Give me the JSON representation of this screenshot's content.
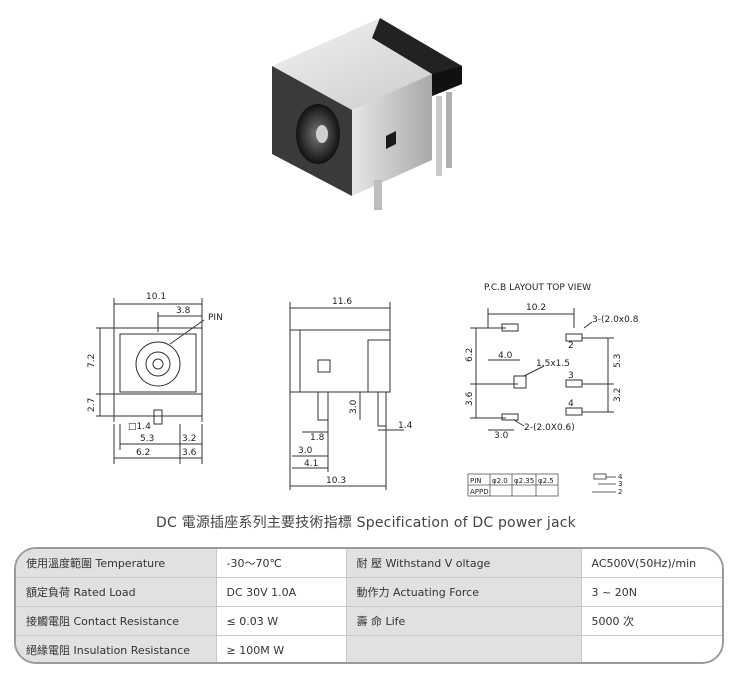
{
  "product_title": "DC  電源插座系列主要技術指標 Specification of DC power jack",
  "pcb_layout": {
    "heading": "P.C.B LAYOUT TOP VIEW",
    "dims": {
      "width": "10.2",
      "pad_label_top": "3-(2.0x0.8)",
      "height": "6.2",
      "offset": "4.0",
      "center_pad": "1.5x1.5",
      "right_h": "5.3",
      "lower_left": "3.6",
      "lower_right": "3.2",
      "bottom_w": "3.0",
      "pad_label_bottom": "2-(2.0X0.6)"
    },
    "pins": [
      "2",
      "3",
      "4"
    ],
    "pin_table": {
      "row1": [
        "PIN",
        "φ2.0",
        "φ2.35",
        "φ2.5"
      ],
      "row2": [
        "APPD",
        "",
        "",
        ""
      ]
    },
    "schematic_pins": [
      "4",
      "3",
      "2"
    ]
  },
  "front_view": {
    "dims": {
      "width": "10.1",
      "inner": "3.8",
      "pin_label": "PIN",
      "height": "7.2",
      "lower": "2.7",
      "pin_sq": "□1.4",
      "w1": "5.3",
      "w2": "3.2",
      "w3": "6.2",
      "w4": "3.6"
    }
  },
  "side_view": {
    "dims": {
      "top": "11.6",
      "pin_h": "3.0",
      "pin_w": "1.4",
      "d1": "1.8",
      "d2": "3.0",
      "d3": "4.1",
      "total": "10.3"
    }
  },
  "spec_table": [
    [
      {
        "label": "使用溫度範圍 Temperature",
        "value": "-30～70℃"
      },
      {
        "label": "耐    壓 Withstand V oltage",
        "value": "AC500V(50Hz)/min"
      }
    ],
    [
      {
        "label": "額定負荷  Rated Load",
        "value": "DC  30V  1.0A"
      },
      {
        "label": "動作力  Actuating Force",
        "value": "3 ~ 20N"
      }
    ],
    [
      {
        "label": "接觸電阻  Contact Resistance",
        "value": "≤ 0.03 W"
      },
      {
        "label": "壽    命  Life",
        "value": "5000 次"
      }
    ],
    [
      {
        "label": "絕緣電阻  Insulation Resistance",
        "value": "≥ 100M W"
      },
      {
        "label": "",
        "value": ""
      }
    ]
  ]
}
